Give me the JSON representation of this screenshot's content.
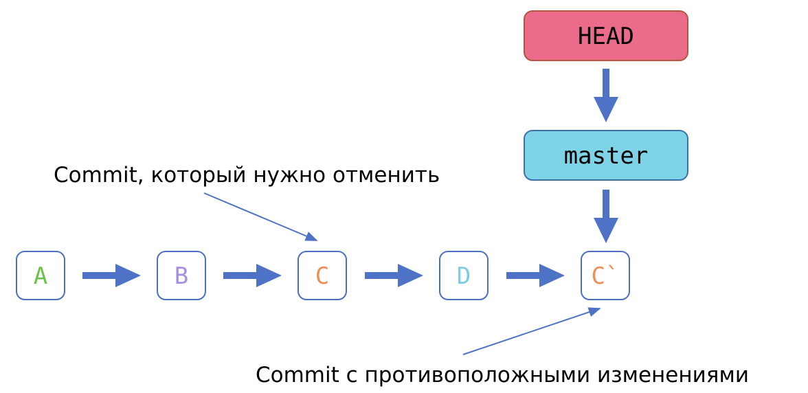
{
  "labels": {
    "head": "HEAD",
    "master": "master",
    "target_annotation": "Commit, который нужно отменить",
    "revert_annotation": "Commit с противоположными изменениями"
  },
  "commits": [
    {
      "id": "commit-a",
      "label": "A",
      "color": "#6cc24a"
    },
    {
      "id": "commit-b",
      "label": "B",
      "color": "#a48fe0"
    },
    {
      "id": "commit-c",
      "label": "C",
      "color": "#ef8f55"
    },
    {
      "id": "commit-d",
      "label": "D",
      "color": "#7fcde4"
    },
    {
      "id": "commit-c-revert",
      "label": "C`",
      "color": "#ef8f55"
    }
  ],
  "colors": {
    "node_border": "#4a6fc4",
    "arrow": "#4e72c6",
    "thin_arrow": "#4e72c6",
    "head_fill": "#ea6b8a",
    "head_border": "#b5553f",
    "master_fill": "#7ed3e6",
    "master_border": "#3d6fa8",
    "text": "#000000"
  }
}
